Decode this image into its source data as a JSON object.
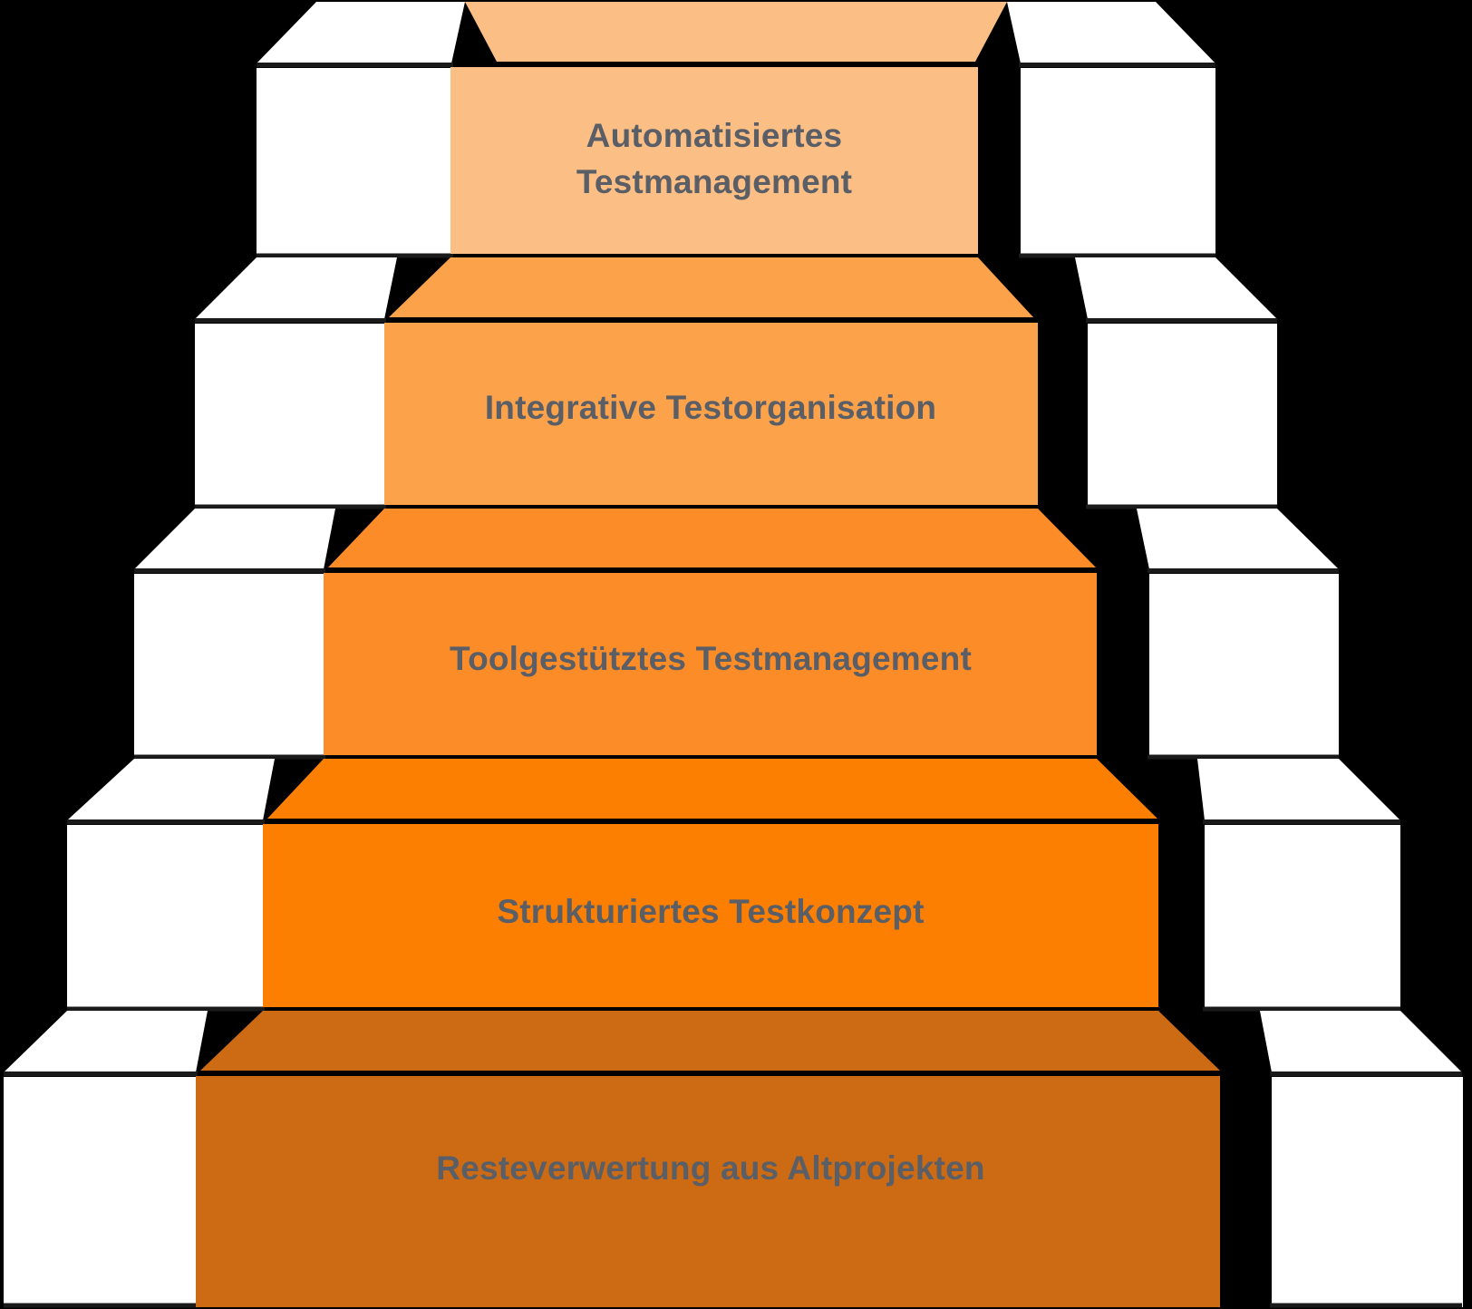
{
  "diagram": {
    "type": "staircase-maturity-pyramid",
    "title_visible": false,
    "background_color": "#000000",
    "wing_fill": "#FFFFFF",
    "wing_edge_color": "#1A1A1A",
    "divider_color": "#FFFFFF",
    "label_color": "#5A5E66",
    "steps": [
      {
        "level": 5,
        "label": "Automatisiertes Testmanagement",
        "label_lines": [
          "Automatisiertes",
          "Testmanagement"
        ],
        "face_color": "#FBBE84",
        "bevel_color": "#FBBE84",
        "position": "top"
      },
      {
        "level": 4,
        "label": "Integrative Testorganisation",
        "label_lines": [
          "Integrative Testorganisation"
        ],
        "face_color": "#FCA24B",
        "bevel_color": "#FCA24B",
        "position": "second"
      },
      {
        "level": 3,
        "label": "Toolgestütztes Testmanagement",
        "label_lines": [
          "Toolgestütztes Testmanagement"
        ],
        "face_color": "#FC8C28",
        "bevel_color": "#FC8C28",
        "position": "third"
      },
      {
        "level": 2,
        "label": "Strukturiertes Testkonzept",
        "label_lines": [
          "Strukturiertes Testkonzept"
        ],
        "face_color": "#FC7F02",
        "bevel_color": "#FC7F02",
        "position": "fourth"
      },
      {
        "level": 1,
        "label": "Resteverwertung aus Altprojekten",
        "label_lines": [
          "Resteverwertung aus Altprojekten"
        ],
        "face_color": "#CC6B14",
        "bevel_color": "#CC6B14",
        "position": "bottom"
      }
    ]
  }
}
